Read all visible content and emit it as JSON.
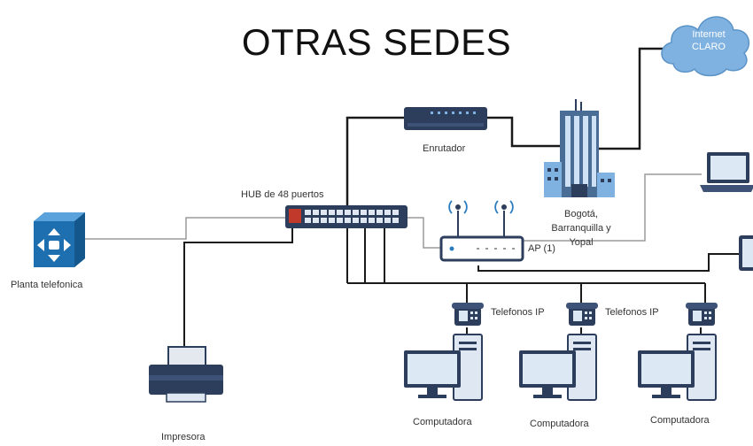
{
  "title": "OTRAS SEDES",
  "cloud": {
    "line1": "Internet",
    "line2": "CLARO"
  },
  "labels": {
    "router": "Enrutador",
    "hub": "HUB de 48 puertos",
    "building": "Bogotá,\nBarranquilla y\nYopal",
    "ap": "AP (1)",
    "phone_system": "Planta telefonica",
    "ip_phones_1": "Telefonos IP",
    "ip_phones_2": "Telefonos IP",
    "computer_1": "Computadora",
    "computer_2": "Computadora",
    "computer_3": "Computadora",
    "printer": "Impresora"
  },
  "colors": {
    "navy": "#2c3e5c",
    "blue": "#2b7bbf",
    "sky": "#7fb2e0",
    "line_dark": "#1a1a1a",
    "line_grey": "#9a9a9a"
  }
}
